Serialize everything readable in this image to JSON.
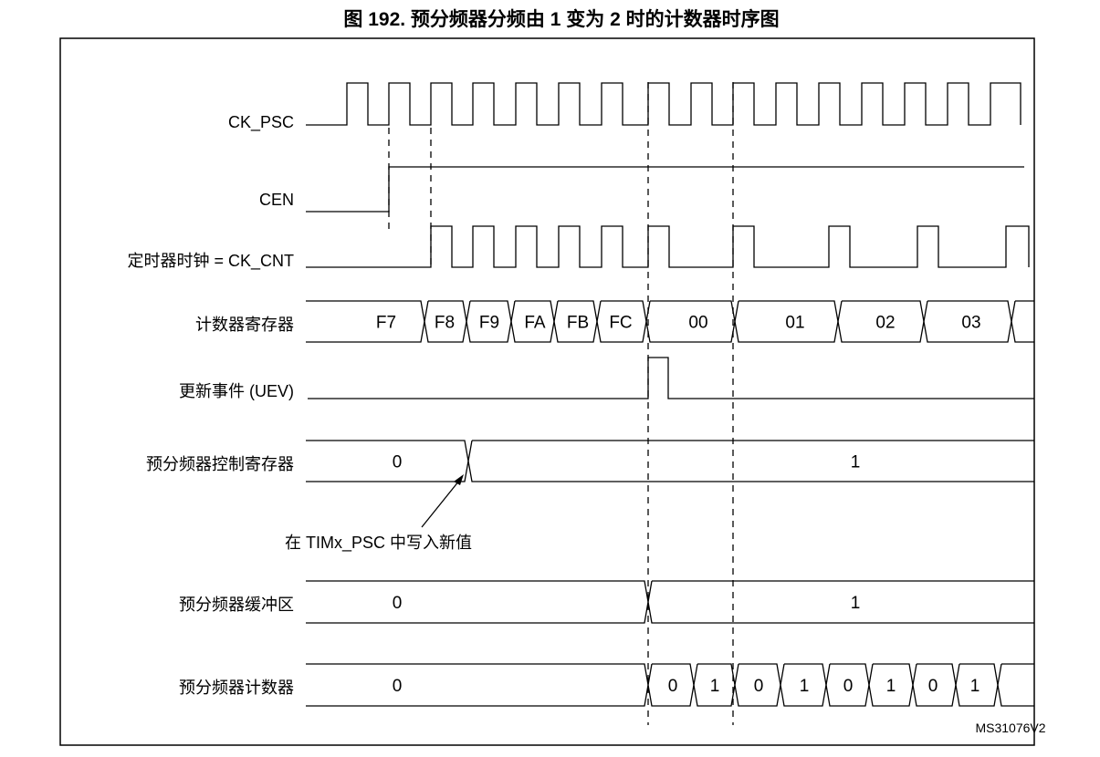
{
  "title": "图 192. 预分频器分频由 1 变为 2 时的计数器时序图",
  "signals": {
    "ck_psc": "CK_PSC",
    "cen": "CEN",
    "ck_cnt": "定时器时钟 = CK_CNT",
    "counter_register": "计数器寄存器",
    "uev": "更新事件 (UEV)",
    "prescaler_control": "预分频器控制寄存器",
    "prescaler_buffer": "预分频器缓冲区",
    "prescaler_counter": "预分频器计数器"
  },
  "counter_register_values": [
    "F7",
    "F8",
    "F9",
    "FA",
    "FB",
    "FC",
    "00",
    "01",
    "02",
    "03"
  ],
  "prescaler_control_values": [
    "0",
    "1"
  ],
  "prescaler_buffer_values": [
    "0",
    "1"
  ],
  "prescaler_counter_values": [
    "0",
    "0",
    "1",
    "0",
    "1",
    "0",
    "1",
    "0",
    "1"
  ],
  "annotation": "在 TIMx_PSC 中写入新值",
  "figure_id": "MS31076V2"
}
